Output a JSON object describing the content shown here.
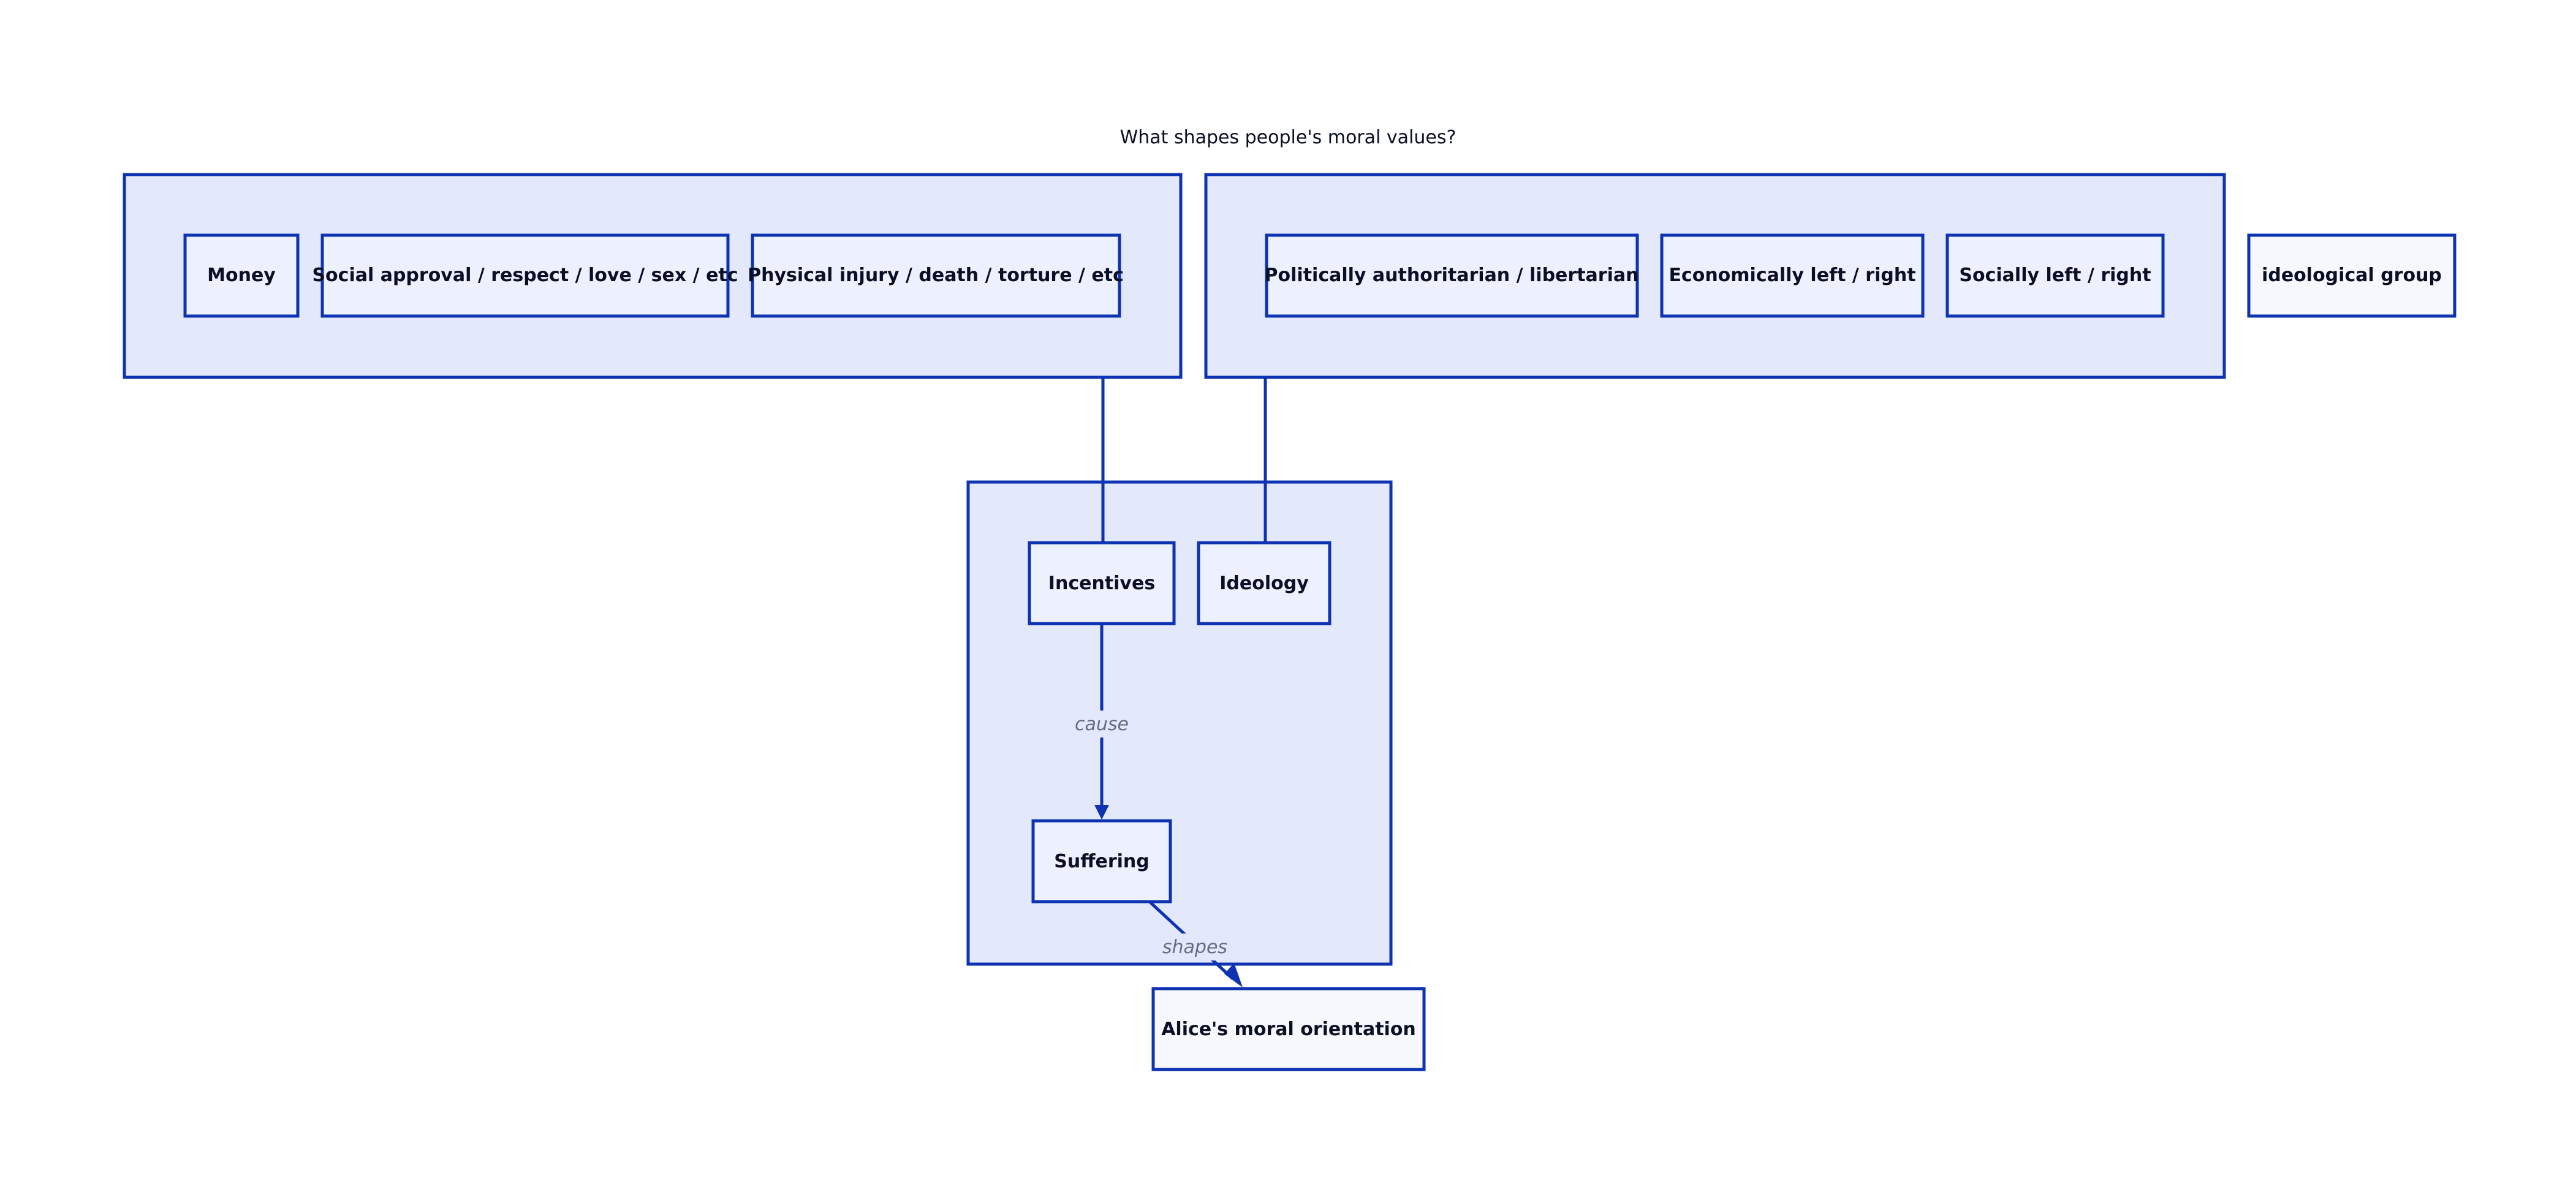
{
  "title": "What shapes people's moral values?",
  "incentive_sources": {
    "items": [
      {
        "label": "Money"
      },
      {
        "label": "Social approval / respect / love / sex / etc"
      },
      {
        "label": "Physical injury / death / torture / etc"
      }
    ]
  },
  "ideology_dimensions": {
    "items": [
      {
        "label": "Politically authoritarian / libertarian"
      },
      {
        "label": "Economically left / right"
      },
      {
        "label": "Socially left / right"
      }
    ]
  },
  "ideological_group": {
    "label": "ideological group"
  },
  "core": {
    "incentives": "Incentives",
    "ideology": "Ideology",
    "suffering": "Suffering"
  },
  "outcome": {
    "label": "Alice's moral orientation"
  },
  "edges": {
    "cause": "cause",
    "shapes": "shapes"
  },
  "colors": {
    "container_fill": "#e3e9fa",
    "node_fill": "#edf0fd",
    "stroke": "#0d32b2",
    "text": "#0a0f25",
    "edge_label": "#676c7e"
  }
}
